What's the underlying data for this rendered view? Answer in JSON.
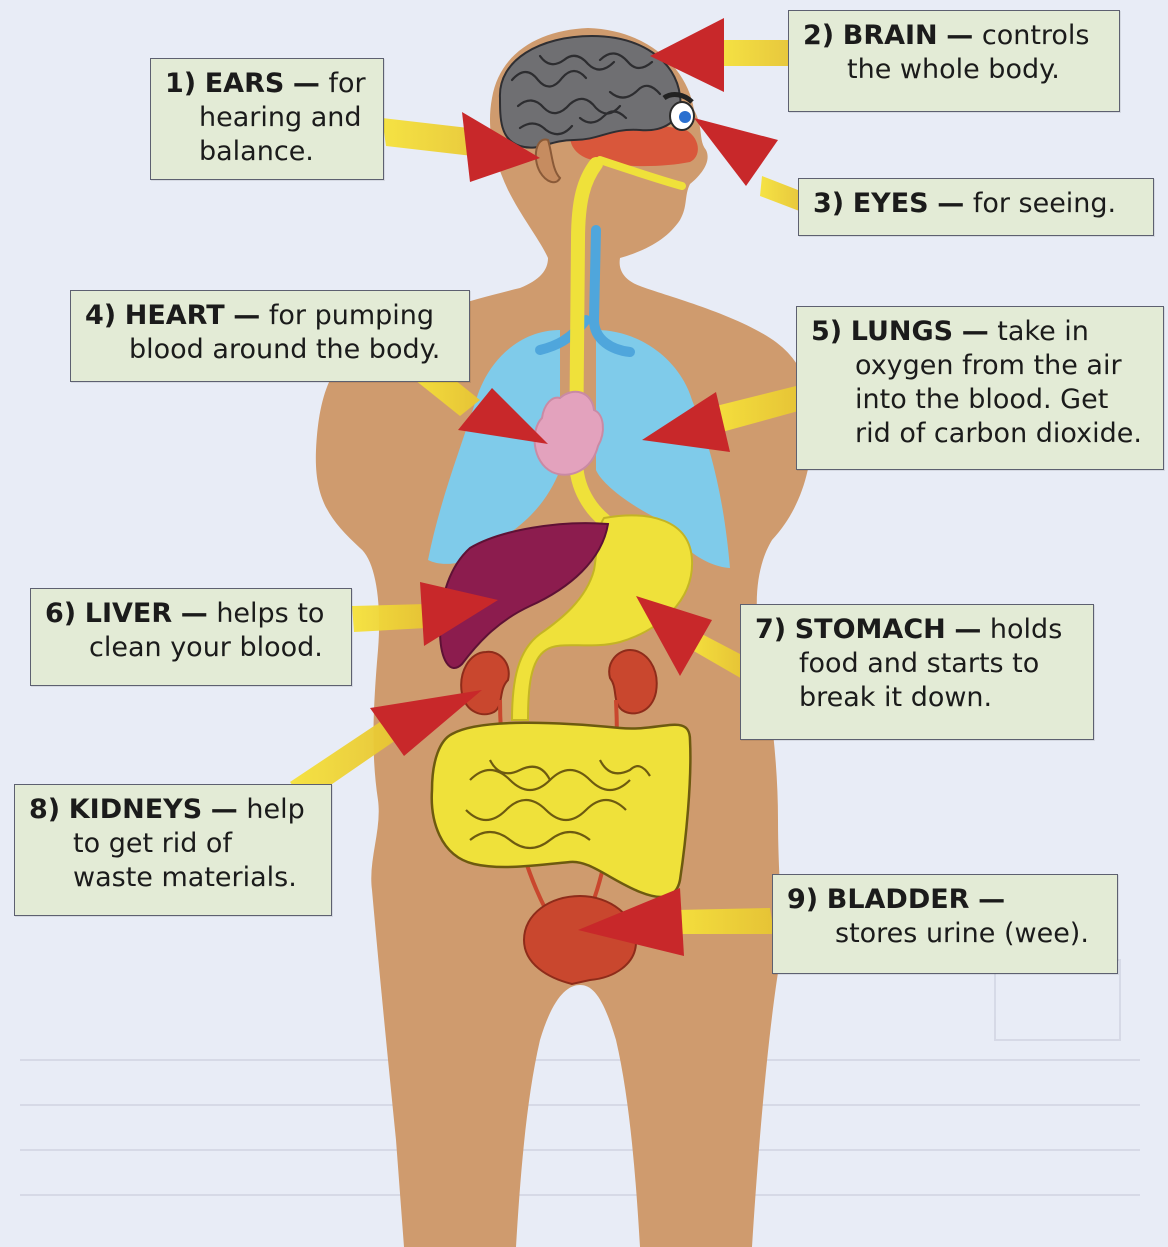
{
  "labels": [
    {
      "id": "ears",
      "number": "1)",
      "name": "EARS",
      "dash": "—",
      "lines": [
        "for",
        "hearing and",
        "balance."
      ]
    },
    {
      "id": "brain",
      "number": "2)",
      "name": "BRAIN",
      "dash": "—",
      "lines": [
        "controls",
        "the whole body."
      ]
    },
    {
      "id": "eyes",
      "number": "3)",
      "name": "EYES",
      "dash": "—",
      "lines": [
        "for seeing."
      ]
    },
    {
      "id": "heart",
      "number": "4)",
      "name": "HEART",
      "dash": "—",
      "lines": [
        "for pumping",
        "blood around the body."
      ]
    },
    {
      "id": "lungs",
      "number": "5)",
      "name": "LUNGS",
      "dash": "—",
      "lines": [
        "take in",
        "oxygen from the air",
        "into the blood.  Get",
        "rid of carbon dioxide."
      ]
    },
    {
      "id": "liver",
      "number": "6)",
      "name": "LIVER",
      "dash": "—",
      "lines": [
        "helps to",
        "clean your blood."
      ]
    },
    {
      "id": "stomach",
      "number": "7)",
      "name": "STOMACH",
      "dash": "—",
      "lines": [
        "holds",
        "food and starts to",
        "break it down."
      ]
    },
    {
      "id": "kidneys",
      "number": "8)",
      "name": "KIDNEYS",
      "dash": "—",
      "lines": [
        "help",
        "to get rid of",
        "waste materials."
      ]
    },
    {
      "id": "bladder",
      "number": "9)",
      "name": "BLADDER",
      "dash": "—",
      "lines": [
        "",
        "stores urine (wee)."
      ]
    }
  ],
  "colors": {
    "background": "#e8ecf6",
    "body": "#cf9b6e",
    "brain": "#6f6f72",
    "lungs": "#7fcbea",
    "heart": "#e3a2bd",
    "liver": "#8c1c4e",
    "digestive": "#efe13a",
    "kidney": "#c9472e",
    "bladder": "#c9472e",
    "vessel": "#4fa6dc",
    "arrow": "#c8282a",
    "arrowTail": "#f2dc2e",
    "labelBox": "#e3ebd6"
  }
}
